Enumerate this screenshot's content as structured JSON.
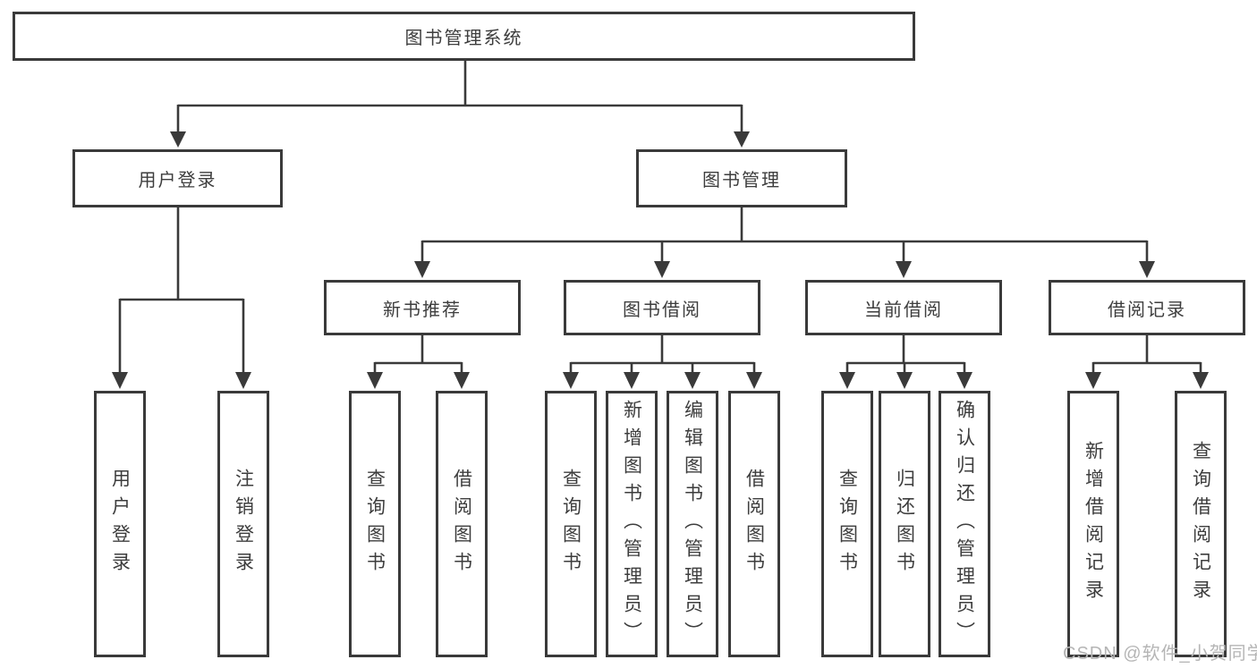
{
  "tree": {
    "label": "图书管理系统",
    "children": [
      {
        "label": "用户登录",
        "children": [
          {
            "label": "用户登录"
          },
          {
            "label": "注销登录"
          }
        ]
      },
      {
        "label": "图书管理",
        "children": [
          {
            "label": "新书推荐",
            "children": [
              {
                "label": "查询图书"
              },
              {
                "label": "借阅图书"
              }
            ]
          },
          {
            "label": "图书借阅",
            "children": [
              {
                "label": "查询图书"
              },
              {
                "label": "新增图书（管理员）"
              },
              {
                "label": "编辑图书（管理员）"
              },
              {
                "label": "借阅图书"
              }
            ]
          },
          {
            "label": "当前借阅",
            "children": [
              {
                "label": "查询图书"
              },
              {
                "label": "归还图书"
              },
              {
                "label": "确认归还（管理员）"
              }
            ]
          },
          {
            "label": "借阅记录",
            "children": [
              {
                "label": "新增借阅记录"
              },
              {
                "label": "查询借阅记录"
              }
            ]
          }
        ]
      }
    ]
  },
  "watermark": {
    "text": "CSDN @软件_小贺同学"
  },
  "colors": {
    "border": "#3a3a3a",
    "line": "#3a3a3a",
    "text": "#3d3d3d",
    "watermark": "#b5b5b5",
    "bg": "#ffffff"
  }
}
